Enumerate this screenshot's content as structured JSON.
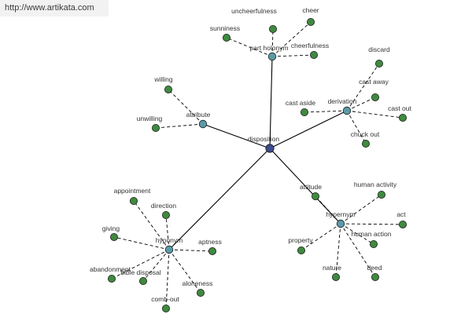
{
  "watermark": "http://www.artikata.com",
  "colors": {
    "root_fill": "#3d4a8c",
    "relation_fill": "#5b9aa8",
    "leaf_fill": "#3f8a3f",
    "node_stroke": "#1a1a1a",
    "edge": "#000000",
    "label": "#333333"
  },
  "graph": {
    "root": "disposition",
    "relations": [
      {
        "name": "part holonym",
        "words": [
          "uncheerfulness",
          "cheer",
          "sunniness",
          "cheerfulness"
        ]
      },
      {
        "name": "derivation",
        "words": [
          "discard",
          "cast away",
          "cast aside",
          "cast out",
          "chuck out"
        ]
      },
      {
        "name": "attribute",
        "words": [
          "willing",
          "unwilling"
        ]
      },
      {
        "name": "hypernym",
        "words": [
          "attitude",
          "human activity",
          "act",
          "property",
          "human action",
          "nature",
          "deed"
        ]
      },
      {
        "name": "hyponym",
        "words": [
          "appointment",
          "direction",
          "giving",
          "aptness",
          "abandonment",
          "bible disposal",
          "aloneness",
          "comb-out"
        ]
      }
    ]
  }
}
